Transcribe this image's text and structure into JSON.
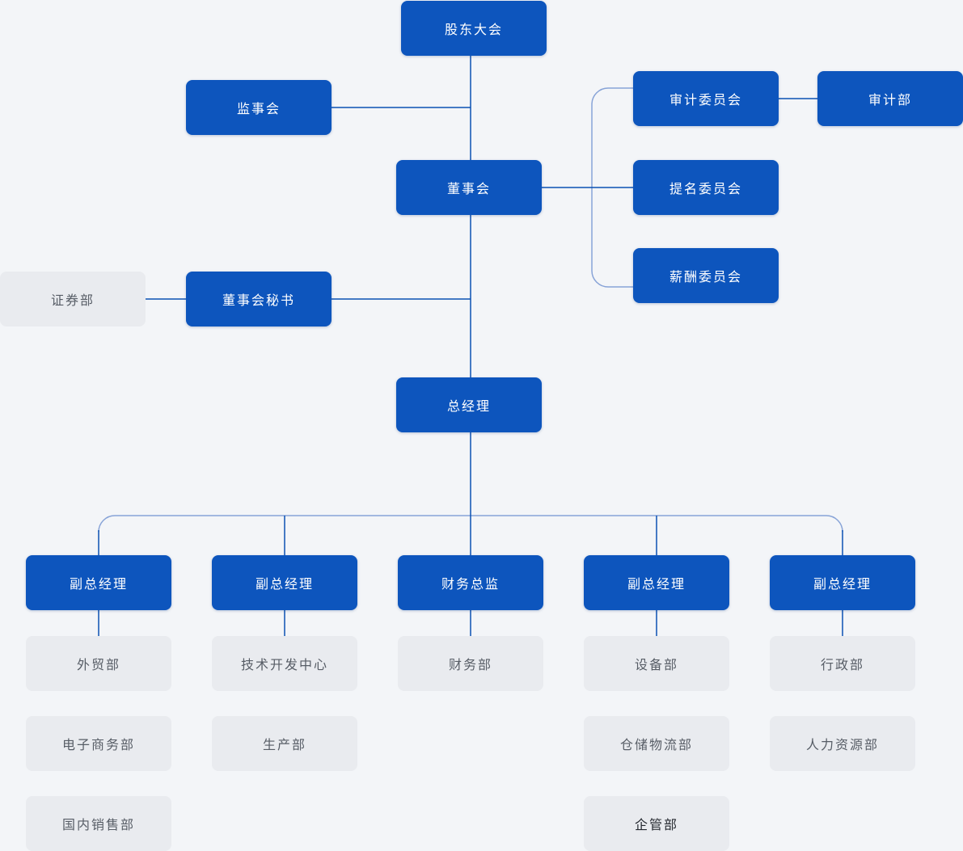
{
  "diagram": {
    "type": "org-chart",
    "colors": {
      "background": "#f3f5f8",
      "primary": "#0d55bd",
      "primary_text": "#ffffff",
      "muted_bg": "#e9ebef",
      "muted_text": "#575d66",
      "emphasis_text": "#24282f",
      "connector_dark": "#0b51b2",
      "connector_light": "#87a3d7"
    },
    "nodes": {
      "shareholders_meeting": {
        "label": "股东大会"
      },
      "supervisory_board": {
        "label": "监事会"
      },
      "board_of_directors": {
        "label": "董事会"
      },
      "audit_committee": {
        "label": "审计委员会"
      },
      "audit_department": {
        "label": "审计部"
      },
      "nomination_committee": {
        "label": "提名委员会"
      },
      "compensation_committee": {
        "label": "薪酬委员会"
      },
      "securities_department": {
        "label": "证券部"
      },
      "board_secretary": {
        "label": "董事会秘书"
      },
      "general_manager": {
        "label": "总经理"
      },
      "deputy_gm_1": {
        "label": "副总经理"
      },
      "deputy_gm_2": {
        "label": "副总经理"
      },
      "cfo": {
        "label": "财务总监"
      },
      "deputy_gm_3": {
        "label": "副总经理"
      },
      "deputy_gm_4": {
        "label": "副总经理"
      },
      "foreign_trade": {
        "label": "外贸部"
      },
      "ecommerce": {
        "label": "电子商务部"
      },
      "domestic_sales": {
        "label": "国内销售部"
      },
      "tech_development_center": {
        "label": "技术开发中心"
      },
      "production": {
        "label": "生产部"
      },
      "finance": {
        "label": "财务部"
      },
      "equipment": {
        "label": "设备部"
      },
      "warehouse_logistics": {
        "label": "仓储物流部"
      },
      "enterprise_management": {
        "label": "企管部"
      },
      "administration": {
        "label": "行政部"
      },
      "human_resources": {
        "label": "人力资源部"
      }
    }
  }
}
